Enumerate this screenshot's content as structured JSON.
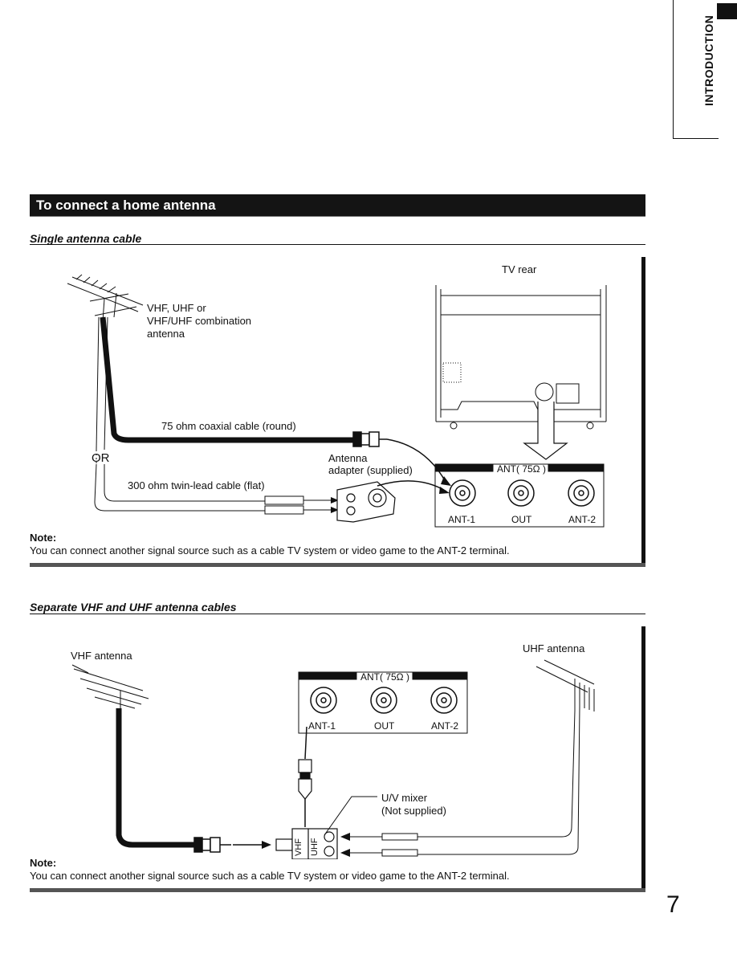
{
  "side_tab": {
    "label": "INTRODUCTION"
  },
  "banner": {
    "title": "To connect a home antenna"
  },
  "section1": {
    "heading": "Single antenna cable",
    "tv_rear": "TV rear",
    "antenna_label": [
      "VHF, UHF or",
      "VHF/UHF combination",
      "antenna"
    ],
    "coax_label": "75 ohm coaxial cable (round)",
    "or_label": "OR",
    "adapter_label": [
      "Antenna",
      "adapter (supplied)"
    ],
    "twinlead_label": "300 ohm twin-lead cable (flat)",
    "panel": {
      "title": "ANT( 75Ω )",
      "ant1": "ANT-1",
      "out": "OUT",
      "ant2": "ANT-2"
    },
    "note_heading": "Note:",
    "note_text": "You can connect another signal source such as a cable TV system or video game to the ANT-2 terminal."
  },
  "section2": {
    "heading": "Separate VHF and UHF antenna cables",
    "vhf_antenna": "VHF antenna",
    "uhf_antenna": "UHF antenna",
    "panel": {
      "title": "ANT( 75Ω )",
      "ant1": "ANT-1",
      "out": "OUT",
      "ant2": "ANT-2"
    },
    "mixer_label": [
      "U/V mixer",
      "(Not supplied)"
    ],
    "mixer_vhf": "VHF",
    "mixer_uhf": "UHF",
    "note_heading": "Note:",
    "note_text": "You can connect another signal source such as a cable TV system or video game to the ANT-2 terminal."
  },
  "page_number": "7"
}
